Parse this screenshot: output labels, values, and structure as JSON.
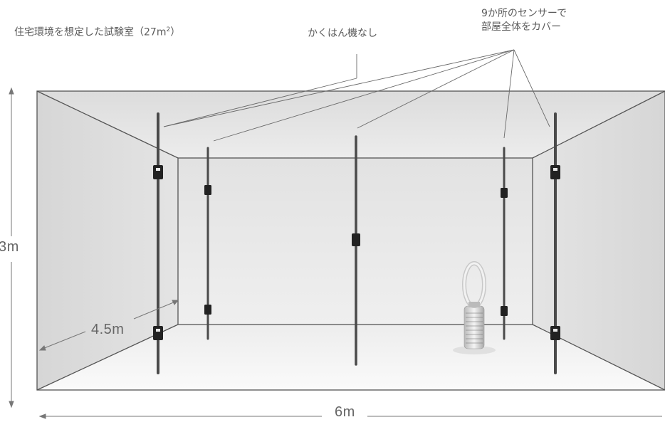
{
  "labels": {
    "room": "住宅環境を想定した試験室（27m",
    "room_sup": "2",
    "room_close": "）",
    "no_mixer": "かくはん機なし",
    "sensors_line1": "9か所のセンサーで",
    "sensors_line2": "部屋全体をカバー"
  },
  "dimensions": {
    "height": "3m",
    "depth": "4.5m",
    "width": "6m"
  },
  "colors": {
    "wall": "#dcdcdc",
    "wall_dark": "#c9c9c9",
    "ceiling": "#e6e6e6",
    "floor": "#f4f4f4",
    "pole": "#4a4a4a",
    "sensor": "#222222",
    "leader": "#6a6a6a"
  }
}
